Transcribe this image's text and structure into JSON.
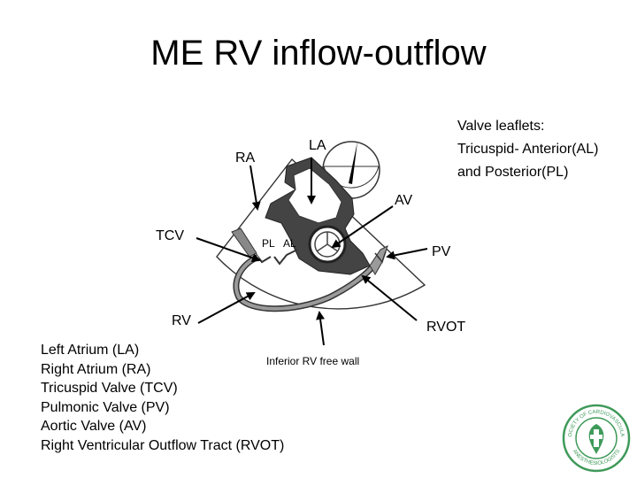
{
  "title": "ME RV inflow-outflow",
  "side_note": {
    "heading": "Valve leaflets:",
    "line1": "Tricuspid- Anterior(AL)",
    "line2": "and Posterior(PL)"
  },
  "labels": {
    "la": "LA",
    "ra": "RA",
    "av": "AV",
    "tcv": "TCV",
    "pv": "PV",
    "rv": "RV",
    "rvot": "RVOT",
    "pl": "PL",
    "al": "AL",
    "inferior_wall": "Inferior RV free wall"
  },
  "legend": [
    "Left Atrium (LA)",
    "Right Atrium (RA)",
    "Tricuspid Valve (TCV)",
    "Pulmonic Valve (PV)",
    "Aortic Valve (AV)",
    "Right Ventricular Outflow Tract (RVOT)"
  ],
  "seal_text": {
    "top": "SOCIETY OF CARDIOVASCULAR",
    "bottom": "ANESTHESIOLOGISTS"
  },
  "colors": {
    "seal_green": "#3f9a5a",
    "myocardium": "#444444",
    "wall_gray": "#9a9a9a"
  }
}
